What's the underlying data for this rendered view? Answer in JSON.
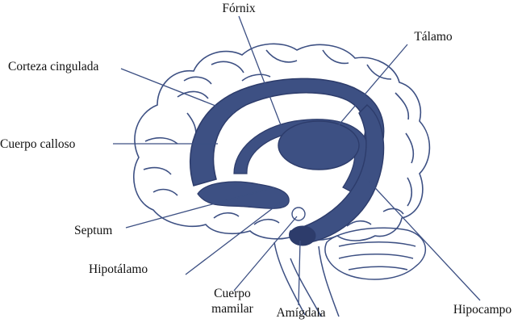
{
  "labels": {
    "fornix": "Fórnix",
    "talamo": "Tálamo",
    "corteza": "Corteza cingulada",
    "calloso": "Cuerpo calloso",
    "septum": "Septum",
    "hipotalamo": "Hipotálamo",
    "cuerpo_line1": "Cuerpo",
    "cuerpo_line2": "mamilar",
    "amigdala": "Amígdala",
    "hipocampo": "Hipocampo"
  },
  "colors": {
    "structure": "#3d5083",
    "structure_dark": "#2d3c6b",
    "outline": "#3d5083",
    "background": "#ffffff"
  }
}
